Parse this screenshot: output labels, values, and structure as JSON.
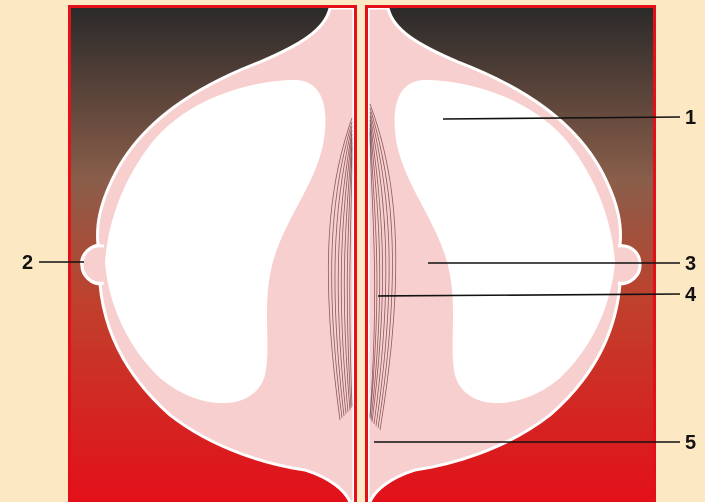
{
  "colors": {
    "background": "#fde8c4",
    "frame": "#e0101a",
    "gradient_top": "#2a2a2a",
    "gradient_mid": "#8a5a4a",
    "gradient_bottom": "#e0101a",
    "tissue": "#f8d0d0",
    "outline": "#ffffff",
    "cavity": "#ffffff",
    "septum_lines": "#7a4a4a",
    "leader": "#111111"
  },
  "labels": [
    "1",
    "2",
    "3",
    "4",
    "5"
  ]
}
